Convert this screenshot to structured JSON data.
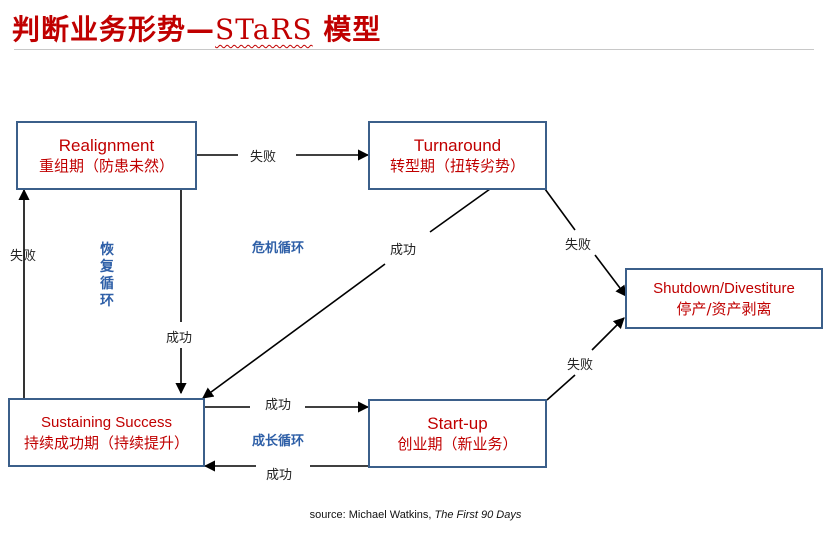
{
  "title": {
    "main": "判断业务形势—",
    "latin": "STaRS",
    "suffix": " 模型"
  },
  "nodes": {
    "realignment": {
      "en": "Realignment",
      "zh": "重组期（防患未然）"
    },
    "turnaround": {
      "en": "Turnaround",
      "zh": "转型期（扭转劣势）"
    },
    "shutdown": {
      "en": "Shutdown/Divestiture",
      "zh": "停产/资产剥离"
    },
    "sustaining": {
      "en": "Sustaining Success",
      "zh": "持续成功期（持续提升）"
    },
    "startup": {
      "en": "Start-up",
      "zh": "创业期（新业务）"
    }
  },
  "edges": {
    "realign_to_turn": "失败",
    "sustain_to_realign": "失败",
    "realign_to_sustain": "成功",
    "turn_to_sustain": "成功",
    "turn_to_shutdown": "失败",
    "startup_to_shutdown": "失败",
    "sustain_to_startup": "成功",
    "startup_to_sustain": "成功"
  },
  "cycles": {
    "crisis": "危机循环",
    "recovery": "恢复循环",
    "growth": "成长循环"
  },
  "source": {
    "prefix": "source: Michael Watkins, ",
    "book": "The First 90 Days"
  }
}
